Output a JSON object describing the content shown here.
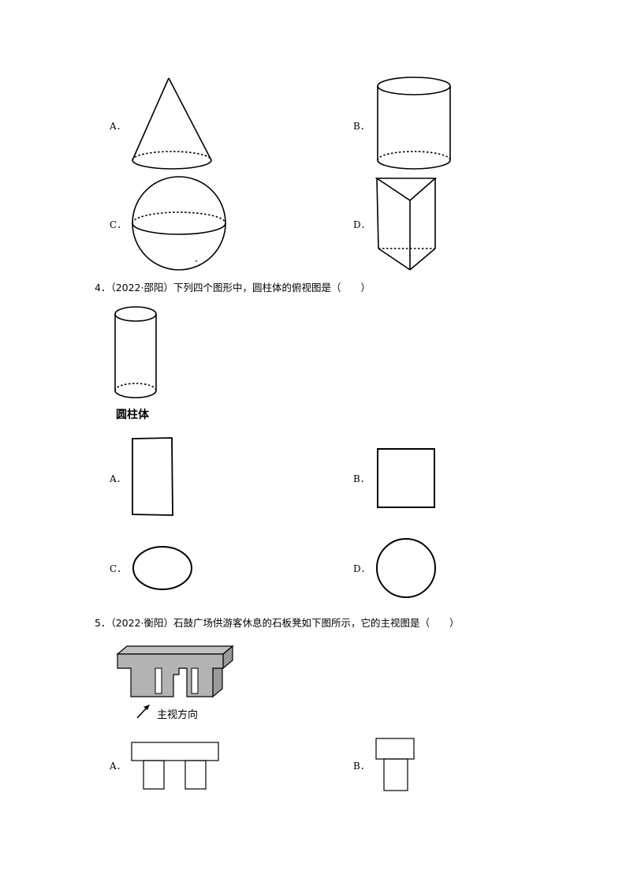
{
  "q3": {
    "options": {
      "a": "A．",
      "b": "B．",
      "c": "C．",
      "d": "D．"
    }
  },
  "q4": {
    "number": "4．",
    "source": "（2022·邵阳）",
    "text": "下列四个图形中，圆柱体的俯视图是（　　）",
    "figure_caption": "圆柱体",
    "options": {
      "a": "A．",
      "b": "B．",
      "c": "C．",
      "d": "D．"
    }
  },
  "q5": {
    "number": "5．",
    "source": "（2022·衡阳）",
    "text": "石鼓广场供游客休息的石板凳如下图所示，它的主视图是（　　）",
    "direction_label": "主视方向",
    "options": {
      "a": "A．",
      "b": "B．"
    }
  }
}
